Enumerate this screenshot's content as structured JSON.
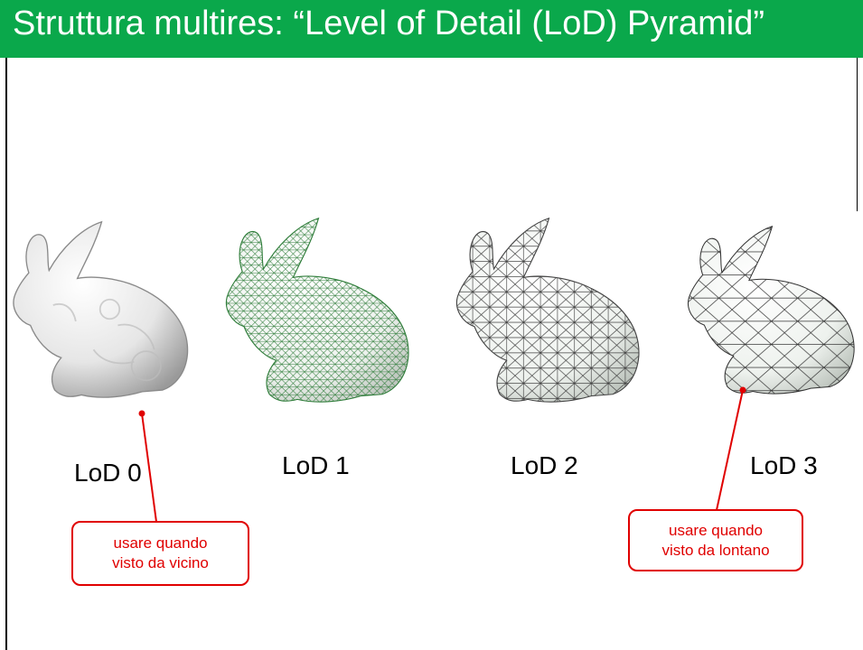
{
  "slide": {
    "title": "Struttura multires: “Level of Detail (LoD) Pyramid”",
    "levels": [
      {
        "label": "LoD 0",
        "icon": "bunny-smooth-mesh-icon"
      },
      {
        "label": "LoD 1",
        "icon": "bunny-dense-wireframe-icon"
      },
      {
        "label": "LoD 2",
        "icon": "bunny-medium-wireframe-icon"
      },
      {
        "label": "LoD 3",
        "icon": "bunny-coarse-wireframe-icon"
      }
    ],
    "callouts": {
      "near": {
        "line1": "usare quando",
        "line2": "visto da vicino"
      },
      "far": {
        "line1": "usare quando",
        "line2": "visto da lontano"
      }
    },
    "colors": {
      "title_bar": "#0aa84b",
      "callout": "#e00000",
      "mesh_lines_lod1": "#2f7d3a",
      "mesh_lines": "#333333"
    }
  }
}
